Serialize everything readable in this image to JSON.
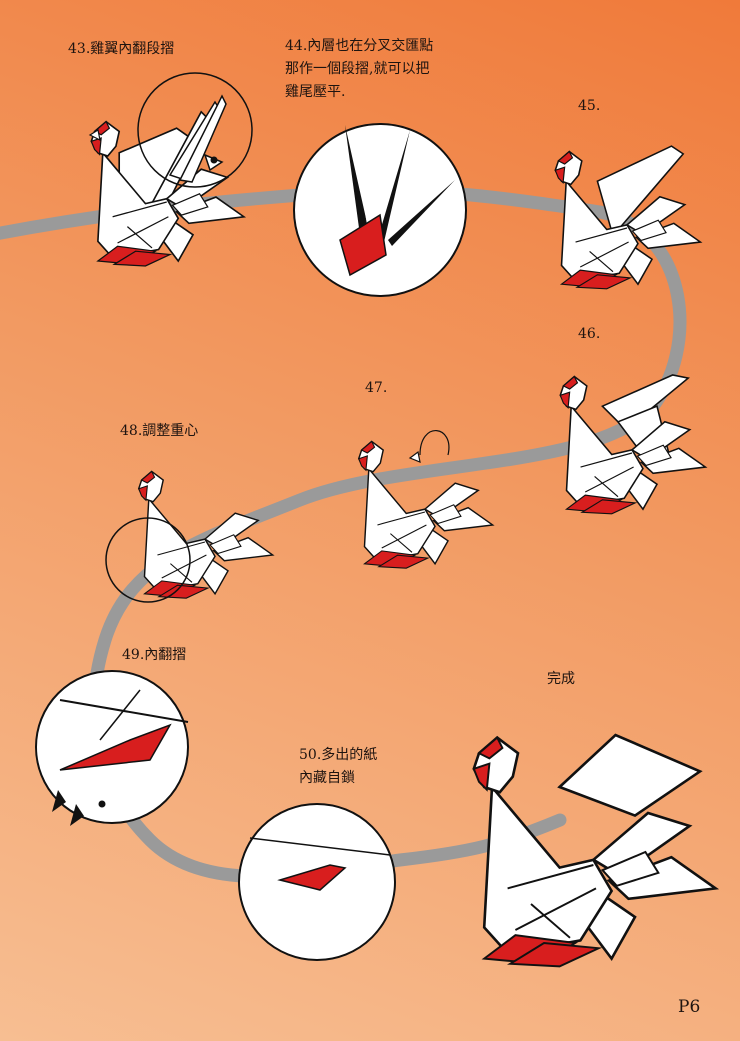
{
  "steps": [
    {
      "id": "43",
      "text": "43.雞翼內翻段摺"
    },
    {
      "id": "44",
      "text": "44.內層也在分叉交匯點\n那作一個段摺,就可以把\n雞尾壓平."
    },
    {
      "id": "45",
      "text": "45."
    },
    {
      "id": "46",
      "text": "46."
    },
    {
      "id": "47",
      "text": "47."
    },
    {
      "id": "48",
      "text": "48.調整重心"
    },
    {
      "id": "49",
      "text": "49.內翻摺"
    },
    {
      "id": "50",
      "text": "50.多出的紙\n內藏自鎖"
    },
    {
      "id": "done",
      "text": "完成"
    }
  ],
  "page_number": "P6",
  "colors": {
    "paper_white": "#ffffff",
    "paper_red": "#d81e1e",
    "outline": "#111111",
    "path_gray": "#9a9a9a"
  }
}
